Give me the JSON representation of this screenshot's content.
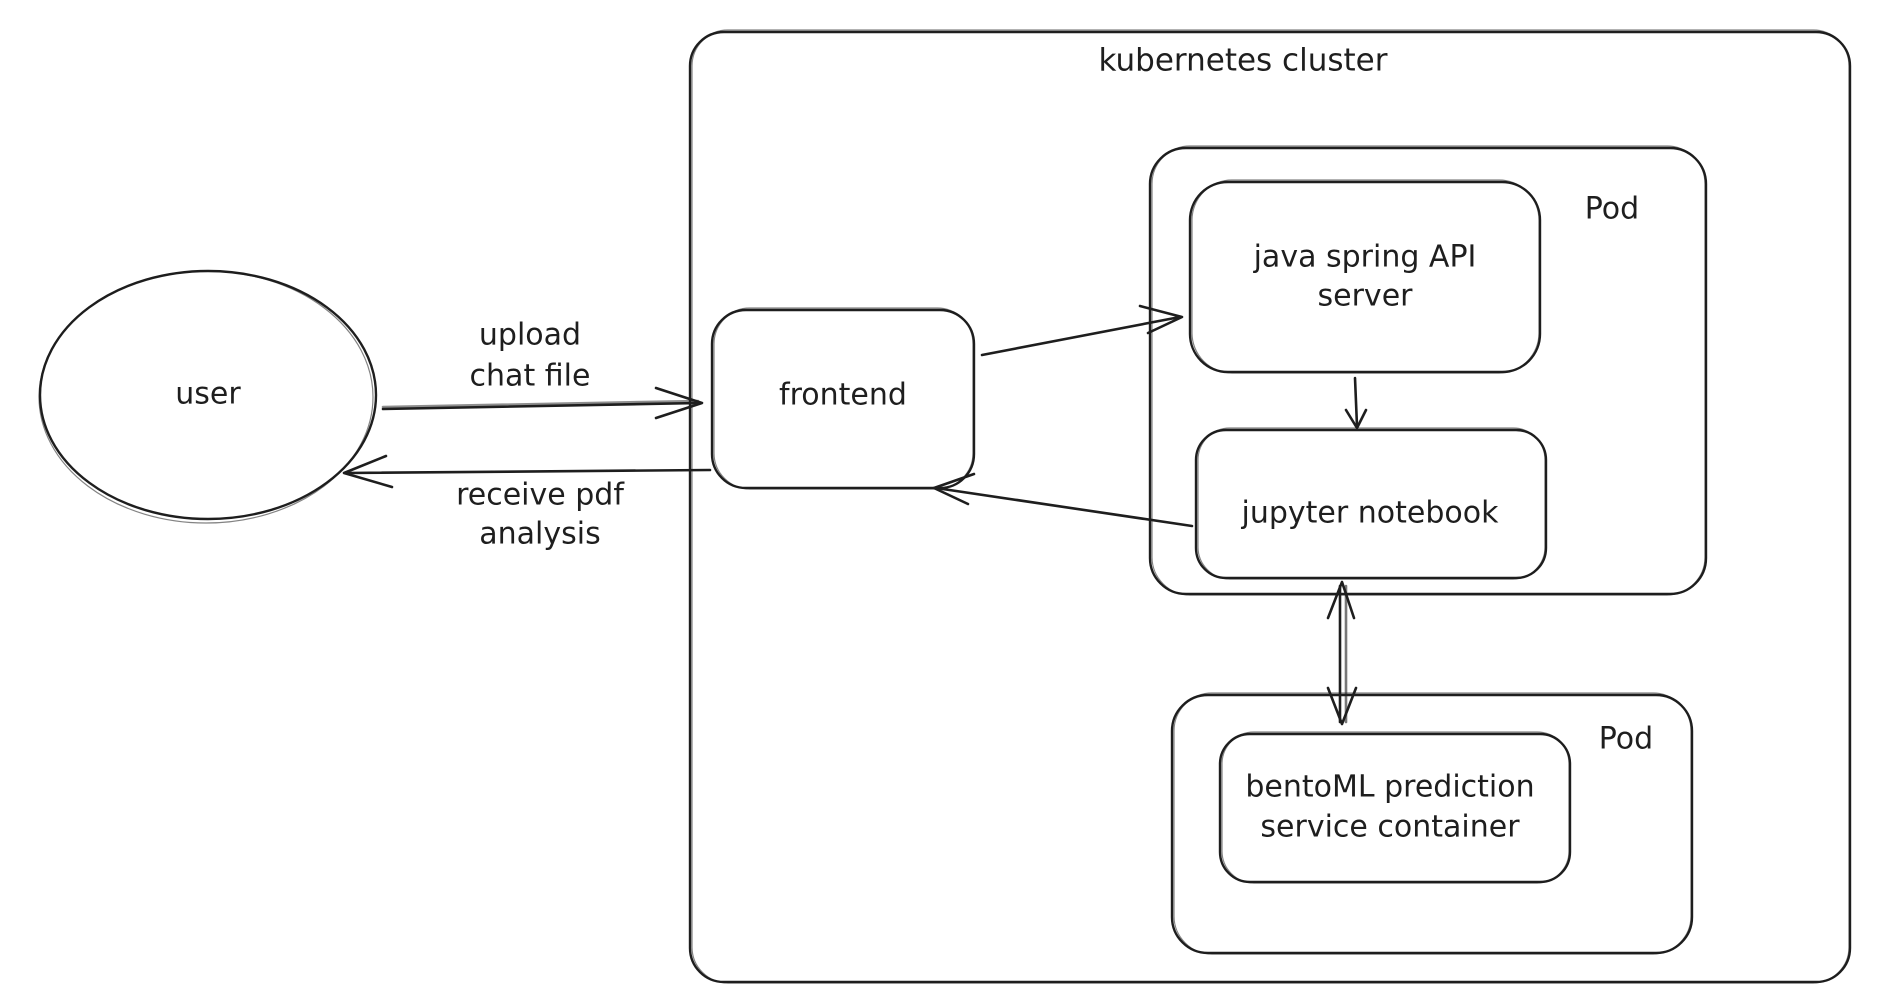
{
  "diagram": {
    "cluster": {
      "label": "kubernetes cluster"
    },
    "user": {
      "label": "user"
    },
    "frontend": {
      "label": "frontend"
    },
    "pod_top": {
      "label": "Pod",
      "api_server": {
        "line1": "java spring API",
        "line2": "server"
      },
      "notebook": {
        "label": "jupyter notebook"
      }
    },
    "pod_bottom": {
      "label": "Pod",
      "bentoml": {
        "line1": "bentoML prediction",
        "line2": "service container"
      }
    },
    "edges": {
      "upload": {
        "line1": "upload",
        "line2": "chat file"
      },
      "receive": {
        "line1": "receive pdf",
        "line2": "analysis"
      }
    }
  }
}
